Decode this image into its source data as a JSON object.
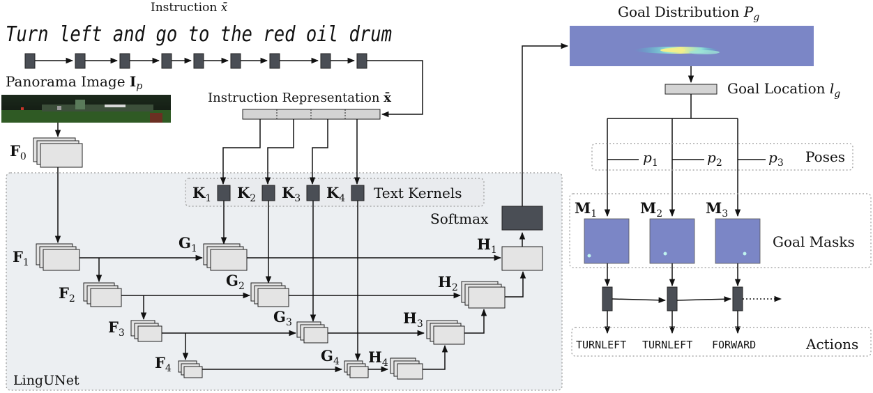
{
  "top": {
    "instruction_label": "Instruction",
    "instruction_symbol": "x̄",
    "instruction_text": "Turn left and go to the red oil drum",
    "panorama_label": "Panorama Image",
    "panorama_symbol": "I",
    "panorama_sub": "p",
    "representation_label": "Instruction Representation",
    "representation_symbol": "x̄"
  },
  "lingunet": {
    "label": "LingUNet",
    "text_kernels_label": "Text Kernels",
    "softmax_label": "Softmax",
    "kernels": [
      {
        "sym": "K",
        "sub": "1"
      },
      {
        "sym": "K",
        "sub": "2"
      },
      {
        "sym": "K",
        "sub": "3"
      },
      {
        "sym": "K",
        "sub": "4"
      }
    ],
    "f_maps": [
      {
        "sym": "F",
        "sub": "0"
      },
      {
        "sym": "F",
        "sub": "1"
      },
      {
        "sym": "F",
        "sub": "2"
      },
      {
        "sym": "F",
        "sub": "3"
      },
      {
        "sym": "F",
        "sub": "4"
      }
    ],
    "g_maps": [
      {
        "sym": "G",
        "sub": "1"
      },
      {
        "sym": "G",
        "sub": "2"
      },
      {
        "sym": "G",
        "sub": "3"
      },
      {
        "sym": "G",
        "sub": "4"
      }
    ],
    "h_maps": [
      {
        "sym": "H",
        "sub": "1"
      },
      {
        "sym": "H",
        "sub": "2"
      },
      {
        "sym": "H",
        "sub": "3"
      },
      {
        "sym": "H",
        "sub": "4"
      }
    ]
  },
  "right": {
    "goal_distribution_label": "Goal Distribution",
    "goal_distribution_symbol": "P",
    "goal_distribution_sub": "g",
    "goal_location_label": "Goal Location",
    "goal_location_symbol": "l",
    "goal_location_sub": "g",
    "poses_label": "Poses",
    "poses": [
      {
        "sym": "p",
        "sub": "1"
      },
      {
        "sym": "p",
        "sub": "2"
      },
      {
        "sym": "p",
        "sub": "3"
      }
    ],
    "goal_masks_label": "Goal Masks",
    "masks": [
      {
        "sym": "M",
        "sub": "1"
      },
      {
        "sym": "M",
        "sub": "2"
      },
      {
        "sym": "M",
        "sub": "3"
      }
    ],
    "actions_label": "Actions",
    "actions": [
      "TURNLEFT",
      "TURNLEFT",
      "FORWARD"
    ]
  },
  "colors": {
    "lingunet_bg": "#eceff2",
    "dark_box": "#4a4e55",
    "feature_map": "#e4e4e4",
    "mask_blue": "#7b86c6",
    "heat_yellow": "#f3f08a"
  }
}
